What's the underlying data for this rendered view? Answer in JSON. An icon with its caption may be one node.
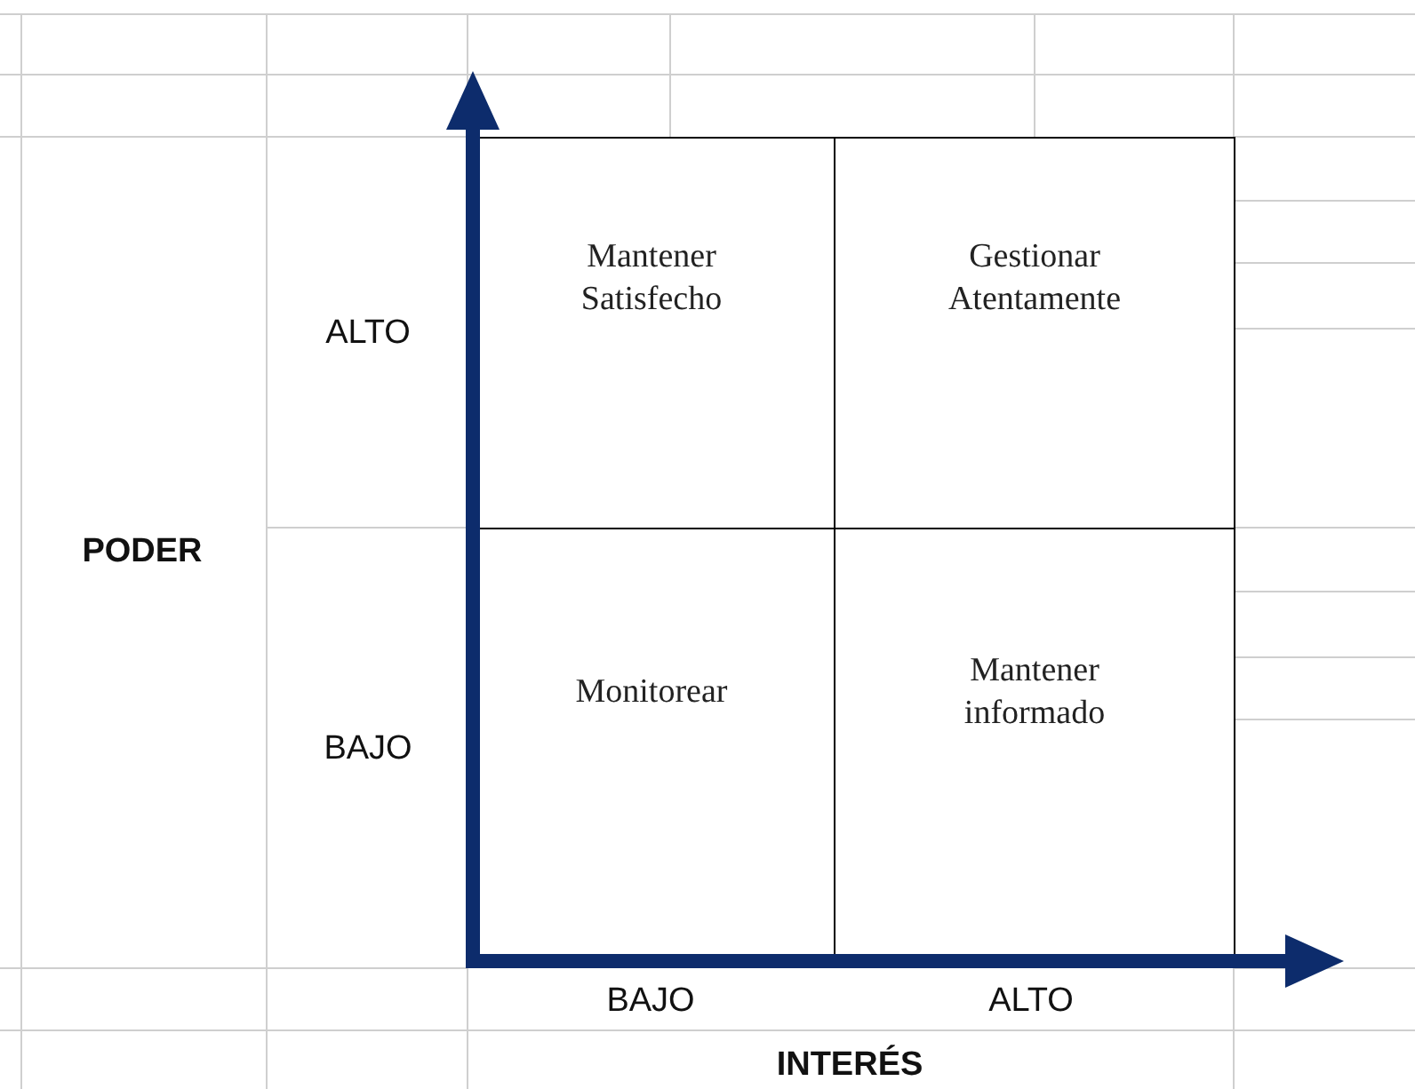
{
  "diagram": {
    "nodes": [
      {
        "text": [
          "Mantener Satisfecho"
        ]
      },
      {
        "text": [
          "Gestionar Atentamente"
        ]
      },
      {
        "text": [
          "Monitorear"
        ]
      },
      {
        "text": [
          "Mantener informado"
        ]
      }
    ],
    "labels": [
      "ALTO",
      "PODER",
      "BAJO",
      "BAJO",
      "ALTO",
      "INTERÉS"
    ]
  }
}
